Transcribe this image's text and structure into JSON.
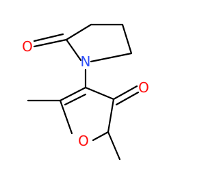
{
  "molecule": {
    "atoms": [
      {
        "id": "O1",
        "element": "O",
        "color": "#ff0d0d"
      },
      {
        "id": "N1",
        "element": "N",
        "color": "#3050f8"
      },
      {
        "id": "O2",
        "element": "O",
        "color": "#ff0d0d"
      },
      {
        "id": "O3",
        "element": "O",
        "color": "#ff0d0d"
      }
    ],
    "bond_color": "#000000",
    "background": "#ffffff"
  }
}
